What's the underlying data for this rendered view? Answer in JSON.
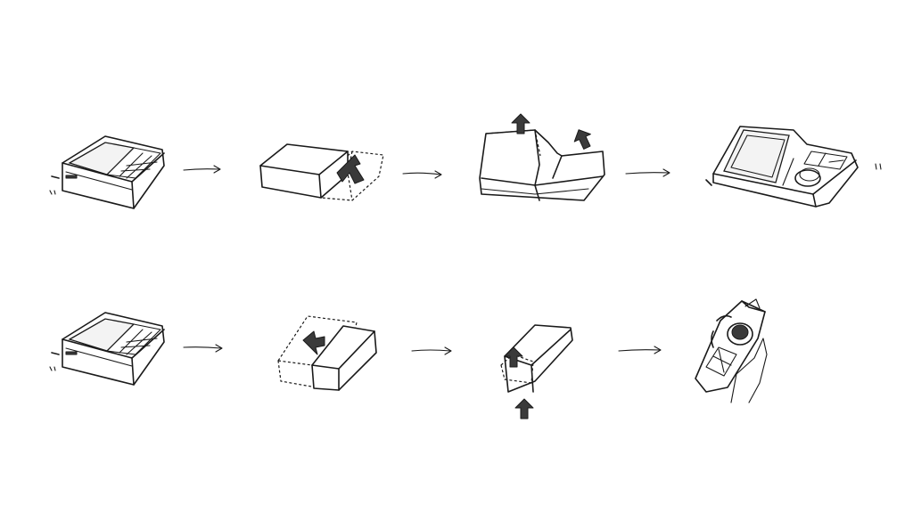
{
  "diagram": {
    "rows": [
      {
        "name": "top-row",
        "steps": [
          "device-closed",
          "slide-panel-out",
          "unfold-panels",
          "device-expanded"
        ]
      },
      {
        "name": "bottom-row",
        "steps": [
          "device-closed",
          "slide-module-out",
          "lift-module",
          "handheld-controller"
        ]
      }
    ],
    "connector": "arrow"
  }
}
